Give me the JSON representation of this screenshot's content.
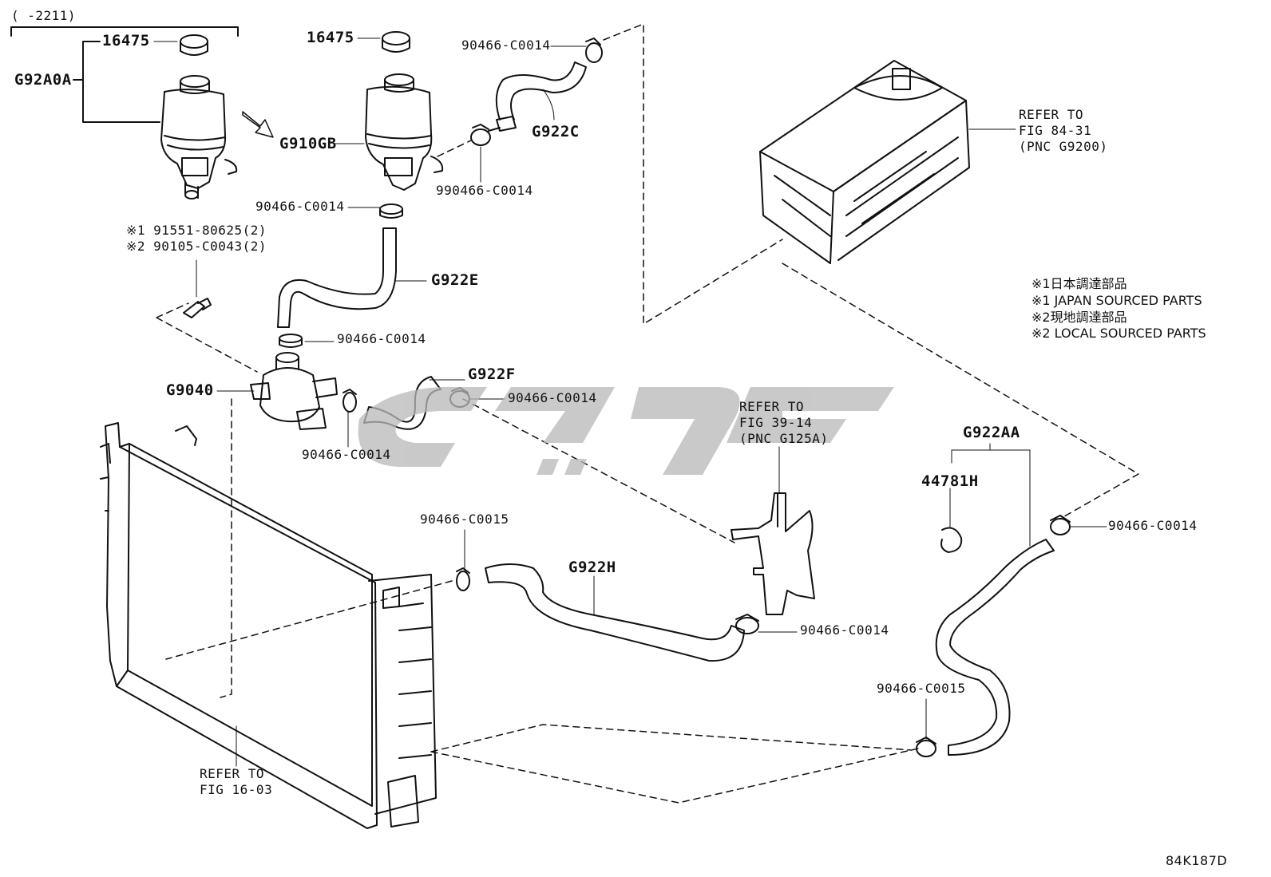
{
  "header": {
    "range": "(     -2211)"
  },
  "labels": {
    "p16475_a": "16475",
    "p16475_b": "16475",
    "g92a0a": "G92A0A",
    "g910gb": "G910GB",
    "g922c": "G922C",
    "clamp_top": "90466-C0014",
    "clamp_990": "990466-C0014",
    "clamp_res": "90466-C0014",
    "note1_part": "※1 91551-80625(2)",
    "note2_part": "※2 90105-C0043(2)",
    "g922e": "G922E",
    "clamp_pump_top": "90466-C0014",
    "g9040": "G9040",
    "g922f": "G922F",
    "clamp_g922f": "90466-C0014",
    "clamp_pump_bottom": "90466-C0014",
    "clamp_c0015_left": "90466-C0015",
    "g922h": "G922H",
    "clamp_hose_h": "90466-C0014",
    "g922aa": "G922AA",
    "p44781h": "44781H",
    "clamp_aa_top": "90466-C0014",
    "clamp_c0015_right": "90466-C0015",
    "ref_inverter": "REFER TO\nFIG 84-31\n(PNC G9200)",
    "ref_cooler": "REFER TO\nFIG 39-14\n(PNC G125A)",
    "ref_radiator": "REFER TO\nFIG 16-03",
    "diagram_code": "84K187D"
  },
  "legend": [
    "※1日本調達部品",
    "※1 JAPAN SOURCED PARTS",
    "※2現地調達部品",
    "※2 LOCAL SOURCED PARTS"
  ]
}
